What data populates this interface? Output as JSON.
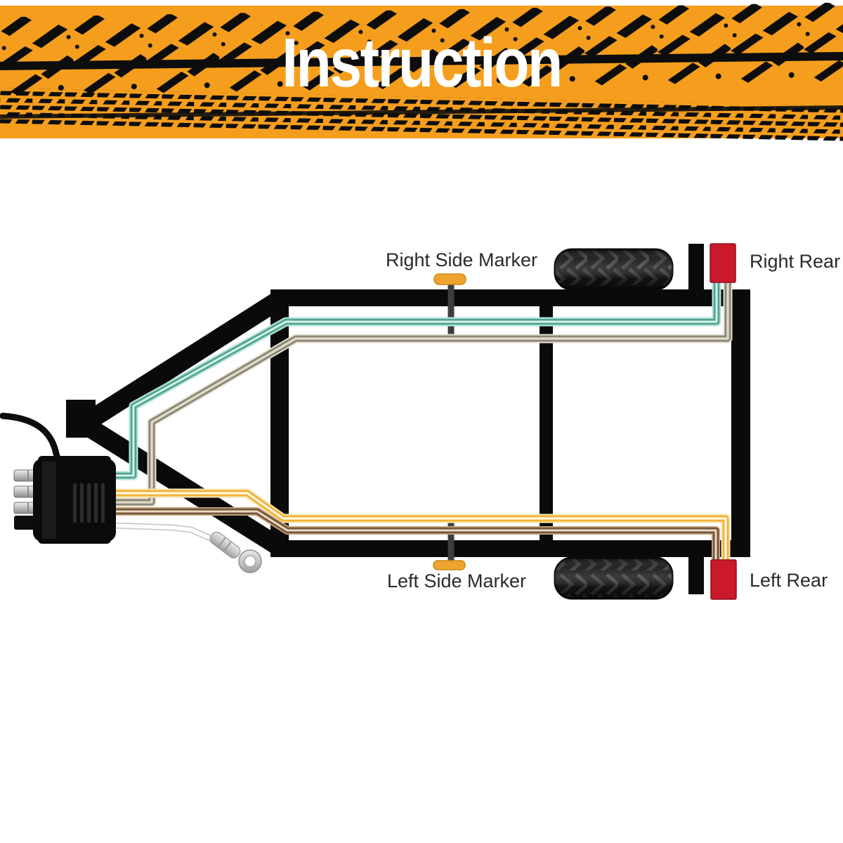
{
  "banner": {
    "title": "Instruction",
    "bg_color": "#F59E1E",
    "track_color": "#0D0D0D",
    "title_color": "#FFFFFF"
  },
  "diagram": {
    "labels": {
      "right_side_marker": "Right Side Marker",
      "right_rear": "Right Rear",
      "left_side_marker": "Left Side Marker",
      "left_rear": "Left Rear"
    },
    "colors": {
      "frame": "#0A0A0A",
      "stem": "#3D3D3D",
      "rear_light": "#C9192B",
      "rear_light_border": "#8E1120",
      "marker_light": "#EFA42F",
      "marker_light_border": "#CC8A16",
      "wire_green": "#4FA392",
      "wire_gray": "#8A8472",
      "wire_yellow": "#F2B43A",
      "wire_brown": "#74553C",
      "wire_ground": "#FFFFFF",
      "label_text": "#2A2A2A",
      "tire": "#1A1A1A"
    },
    "parts": {
      "connector": "4-pin flat trailer connector",
      "ground_terminal": "ring terminal",
      "tire": "trailer tire",
      "hitch": "trailer coupler"
    }
  }
}
